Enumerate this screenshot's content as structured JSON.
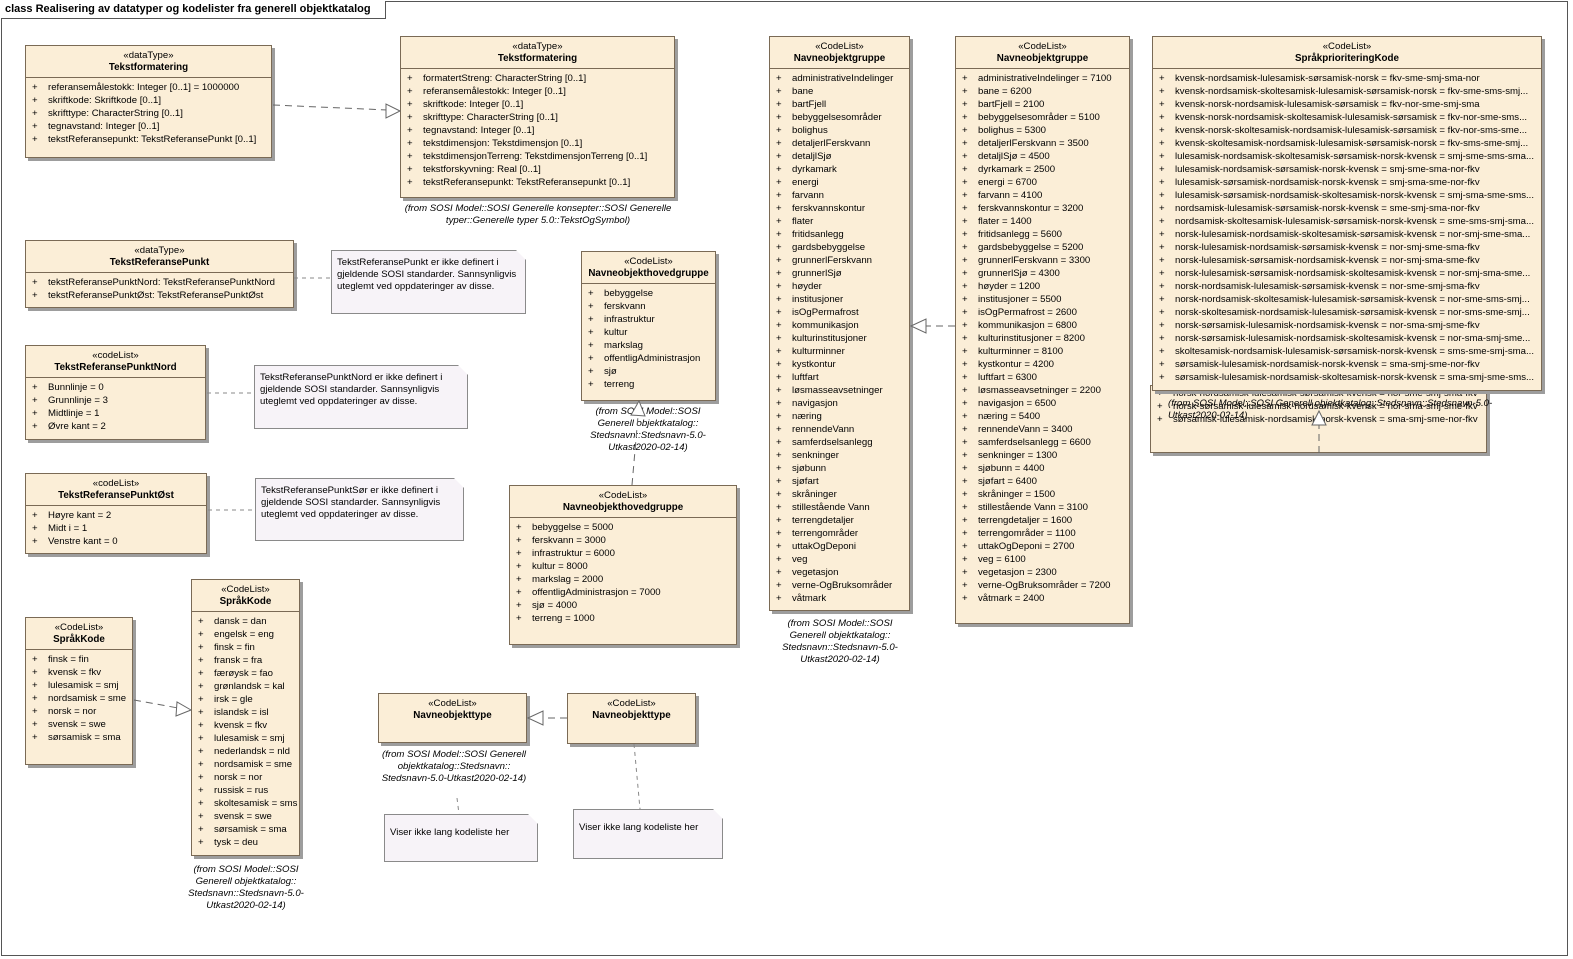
{
  "frame_title": "class Realisering av datatyper og kodelister fra generell objektkatalog",
  "classes": {
    "tf_left": {
      "stereotype": "«dataType»",
      "name": "Tekstformatering",
      "attrs": [
        "referansemålestokk: Integer [0..1] = 1000000",
        "skriftkode: Skriftkode [0..1]",
        "skrifttype: CharacterString [0..1]",
        "tegnavstand: Integer [0..1]",
        "tekstReferansepunkt: TekstReferansePunkt [0..1]"
      ]
    },
    "tf_right": {
      "stereotype": "«dataType»",
      "name": "Tekstformatering",
      "attrs": [
        "formatertStreng: CharacterString [0..1]",
        "referansemålestokk: Integer [0..1]",
        "skriftkode: Integer [0..1]",
        "skrifttype: CharacterString [0..1]",
        "tegnavstand: Integer [0..1]",
        "tekstdimensjon: Tekstdimensjon [0..1]",
        "tekstdimensjonTerreng: TekstdimensjonTerreng [0..1]",
        "tekstforskyvning: Real [0..1]",
        "tekstReferansepunkt: TekstReferansepunkt [0..1]"
      ]
    },
    "trp": {
      "stereotype": "«dataType»",
      "name": "TekstReferansePunkt",
      "attrs": [
        "tekstReferansePunktNord: TekstReferansePunktNord",
        "tekstReferansePunktØst: TekstReferansePunktØst"
      ]
    },
    "trp_nord": {
      "stereotype": "«codeList»",
      "name": "TekstReferansePunktNord",
      "attrs": [
        "Bunnlinje = 0",
        "Grunnlinje = 3",
        "Midtlinje = 1",
        "Øvre kant = 2"
      ]
    },
    "trp_ost": {
      "stereotype": "«codeList»",
      "name": "TekstReferansePunktØst",
      "attrs": [
        "Høyre kant = 2",
        "Midt i  = 1",
        "Venstre kant = 0"
      ]
    },
    "sprak_left": {
      "stereotype": "«CodeList»",
      "name": "SpråkKode",
      "attrs": [
        "finsk = fin",
        "kvensk = fkv",
        "lulesamisk = smj",
        "nordsamisk = sme",
        "norsk = nor",
        "svensk = swe",
        "sørsamisk = sma"
      ]
    },
    "sprak_right": {
      "stereotype": "«CodeList»",
      "name": "SpråkKode",
      "attrs": [
        "dansk = dan",
        "engelsk = eng",
        "finsk = fin",
        "fransk = fra",
        "færøysk = fao",
        "grønlandsk = kal",
        "irsk = gle",
        "islandsk = isl",
        "kvensk = fkv",
        "lulesamisk = smj",
        "nederlandsk = nld",
        "nordsamisk = sme",
        "norsk = nor",
        "russisk = rus",
        "skoltesamisk = sms",
        "svensk = swe",
        "sørsamisk = sma",
        "tysk = deu"
      ]
    },
    "nohg_top": {
      "stereotype": "«CodeList»",
      "name": "Navneobjekthovedgruppe",
      "attrs": [
        "bebyggelse",
        "ferskvann",
        "infrastruktur",
        "kultur",
        "markslag",
        "offentligAdministrasjon",
        "sjø",
        "terreng"
      ]
    },
    "nohg_bottom": {
      "stereotype": "«CodeList»",
      "name": "Navneobjekthovedgruppe",
      "attrs": [
        "bebyggelse = 5000",
        "ferskvann = 3000",
        "infrastruktur = 6000",
        "kultur = 8000",
        "markslag = 2000",
        "offentligAdministrasjon = 7000",
        "sjø = 4000",
        "terreng = 1000"
      ]
    },
    "nog_left": {
      "stereotype": "«CodeList»",
      "name": "Navneobjektgruppe",
      "attrs": [
        "administrativeIndelinger",
        "bane",
        "bartFjell",
        "bebyggelsesområder",
        "bolighus",
        "detaljerlFerskvann",
        "detaljlSjø",
        "dyrkamark",
        "energi",
        "farvann",
        "ferskvannskontur",
        "flater",
        "fritidsanlegg",
        "gardsbebyggelse",
        "grunnerlFerskvann",
        "grunnerlSjø",
        "høyder",
        "institusjoner",
        "isOgPermafrost",
        "kommunikasjon",
        "kulturinstitusjoner",
        "kulturminner",
        "kystkontur",
        "luftfart",
        "løsmasseavsetninger",
        "navigasjon",
        "næring",
        "rennendeVann",
        "samferdselsanlegg",
        "senkninger",
        "sjøbunn",
        "sjøfart",
        "skråninger",
        "stillestående Vann",
        "terrengdetaljer",
        "terrengområder",
        "uttakOgDeponi",
        "veg",
        "vegetasjon",
        "verne-OgBruksområder",
        "våtmark"
      ]
    },
    "nog_right": {
      "stereotype": "«CodeList»",
      "name": "Navneobjektgruppe",
      "attrs": [
        "administrativeIndelinger = 7100",
        "bane = 6200",
        "bartFjell = 2100",
        "bebyggelsesområder = 5100",
        "bolighus = 5300",
        "detaljerlFerskvann = 3500",
        "detaljlSjø = 4500",
        "dyrkamark = 2500",
        "energi = 6700",
        "farvann = 4100",
        "ferskvannskontur = 3200",
        "flater = 1400",
        "fritidsanlegg = 5600",
        "gardsbebyggelse = 5200",
        "grunnerlFerskvann = 3300",
        "grunnerlSjø = 4300",
        "høyder = 1200",
        "institusjoner = 5500",
        "isOgPermafrost = 2600",
        "kommunikasjon = 6800",
        "kulturinstitusjoner = 8200",
        "kulturminner = 8100",
        "kystkontur = 4200",
        "luftfart = 6300",
        "løsmasseavsetninger = 2200",
        "navigasjon = 6500",
        "næring = 5400",
        "rennendeVann = 3400",
        "samferdselsanlegg = 6600",
        "senkninger = 1300",
        "sjøbunn = 4400",
        "sjøfart = 6400",
        "skråninger = 1500",
        "stillestående Vann = 3100",
        "terrengdetaljer = 1600",
        "terrengområder = 1100",
        "uttakOgDeponi = 2700",
        "veg = 6100",
        "vegetasjon = 2300",
        "verne-OgBruksområder = 7200",
        "våtmark = 2400"
      ]
    },
    "not_left": {
      "stereotype": "«CodeList»",
      "name": "Navneobjekttype",
      "attrs": []
    },
    "not_right": {
      "stereotype": "«CodeList»",
      "name": "Navneobjekttype",
      "attrs": []
    },
    "spk_front": {
      "stereotype": "«CodeList»",
      "name": "SpråkprioriteringKode",
      "attrs": [
        "kvensk-nordsamisk-lulesamisk-sørsamisk-norsk = fkv-sme-smj-sma-nor",
        "kvensk-nordsamisk-skoltesamisk-lulesamisk-sørsamisk-norsk = fkv-sme-sms-smj...",
        "kvensk-norsk-nordsamisk-lulesamisk-sørsamisk = fkv-nor-sme-smj-sma",
        "kvensk-norsk-nordsamisk-skoltesamisk-lulesamisk-sørsamisk = fkv-nor-sme-sms...",
        "kvensk-norsk-skoltesamisk-nordsamisk-lulesamisk-sørsamisk = fkv-nor-sms-sme...",
        "kvensk-skoltesamisk-nordsamisk-lulesamisk-sørsamisk-norsk = fkv-sms-sme-smj...",
        "lulesamisk-nordsamisk-skoltesamisk-sørsamisk-norsk-kvensk = smj-sme-sms-sma...",
        "lulesamisk-nordsamisk-sørsamisk-norsk-kvensk = smj-sme-sma-nor-fkv",
        "lulesamisk-sørsamisk-nordsamisk-norsk-kvensk = smj-sma-sme-nor-fkv",
        "lulesamisk-sørsamisk-nordsamisk-skoltesamisk-norsk-kvensk = smj-sma-sme-sms...",
        "nordsamisk-lulesamisk-sørsamisk-norsk-kvensk = sme-smj-sma-nor-fkv",
        "nordsamisk-skoltesamisk-lulesamisk-sørsamisk-norsk-kvensk = sme-sms-smj-sma...",
        "norsk-lulesamisk-nordsamisk-skoltesamisk-sørsamisk-kvensk = nor-smj-sme-sma...",
        "norsk-lulesamisk-nordsamisk-sørsamisk-kvensk = nor-smj-sme-sma-fkv",
        "norsk-lulesamisk-sørsamisk-nordsamisk-kvensk = nor-smj-sma-sme-fkv",
        "norsk-lulesamisk-sørsamisk-nordsamisk-skoltesamisk-kvensk = nor-smj-sma-sme...",
        "norsk-nordsamisk-lulesamisk-sørsamisk-kvensk = nor-sme-smj-sma-fkv",
        "norsk-nordsamisk-skoltesamisk-lulesamisk-sørsamisk-kvensk = nor-sme-sms-smj...",
        "norsk-skoltesamisk-nordsamisk-lulesamisk-sørsamisk-kvensk = nor-sms-sme-smj...",
        "norsk-sørsamisk-lulesamisk-nordsamisk-kvensk = nor-sma-smj-sme-fkv",
        "norsk-sørsamisk-lulesamisk-nordsamisk-skoltesamisk-kvensk = nor-sma-smj-sme...",
        "skoltesamisk-nordsamisk-lulesamisk-sørsamisk-norsk-kvensk = sms-sme-smj-sma...",
        "sørsamisk-lulesamisk-nordsamisk-norsk-kvensk = sma-smj-sme-nor-fkv",
        "sørsamisk-lulesamisk-nordsamisk-skoltesamisk-norsk-kvensk = sma-smj-sme-sms..."
      ]
    },
    "spk_back": {
      "stereotype": "",
      "name": "",
      "attrs": [
        "norsk-nordsamisk-lulesamisk-sørsamisk-kvensk = nor-sme-smj-sma-fkv",
        "norsk-sørsamisk-lulesamisk-nordsamisk-kvensk = nor-sma-smj-sme-fkv",
        "sørsamisk-lulesamisk-nordsamisk-norsk-kvensk = sma-smj-sme-nor-fkv"
      ]
    }
  },
  "sources": {
    "tf": "(from SOSI Model::SOSI Generelle konsepter::SOSI Generelle typer::Generelle typer 5.0::TekstOgSymbol)",
    "nohg": "(from SOSI Model::SOSI Generell objektkatalog:: Stedsnavn::Stedsnavn-5.0-Utkast2020-02-14)",
    "nog": "(from SOSI Model::SOSI Generell objektkatalog:: Stedsnavn::Stedsnavn-5.0-Utkast2020-02-14)",
    "sprak": "(from SOSI Model::SOSI Generell objektkatalog:: Stedsnavn::Stedsnavn-5.0-Utkast2020-02-14)",
    "not": "(from SOSI Model::SOSI Generell objektkatalog::Stedsnavn:: Stedsnavn-5.0-Utkast2020-02-14)",
    "spk": "(from SOSI Model::SOSI Generell objektkatalog::Stedsnavn::Stedsnavn-5.0-Utkast2020-02-14)"
  },
  "notes": {
    "trp": "TekstReferansePunkt er ikke definert i gjeldende SOSI standarder. Sannsynligvis uteglemt ved oppdateringer av disse.",
    "trp_nord": "TekstReferansePunktNord er ikke definert i gjeldende SOSI standarder. Sannsynligvis uteglemt ved oppdateringer av disse.",
    "trp_ost": "TekstReferansePunktSør er ikke definert i gjeldende SOSI standarder. Sannsynligvis uteglemt ved oppdateringer av disse.",
    "not_left": "Viser ikke lang kodeliste her",
    "not_right": "Viser ikke lang kodeliste her"
  },
  "visibility": "+",
  "colors": {
    "class_fill": "#fbeed7",
    "class_border": "#7a6a55",
    "note_fill": "#f7f3f8",
    "connector": "#666666"
  }
}
